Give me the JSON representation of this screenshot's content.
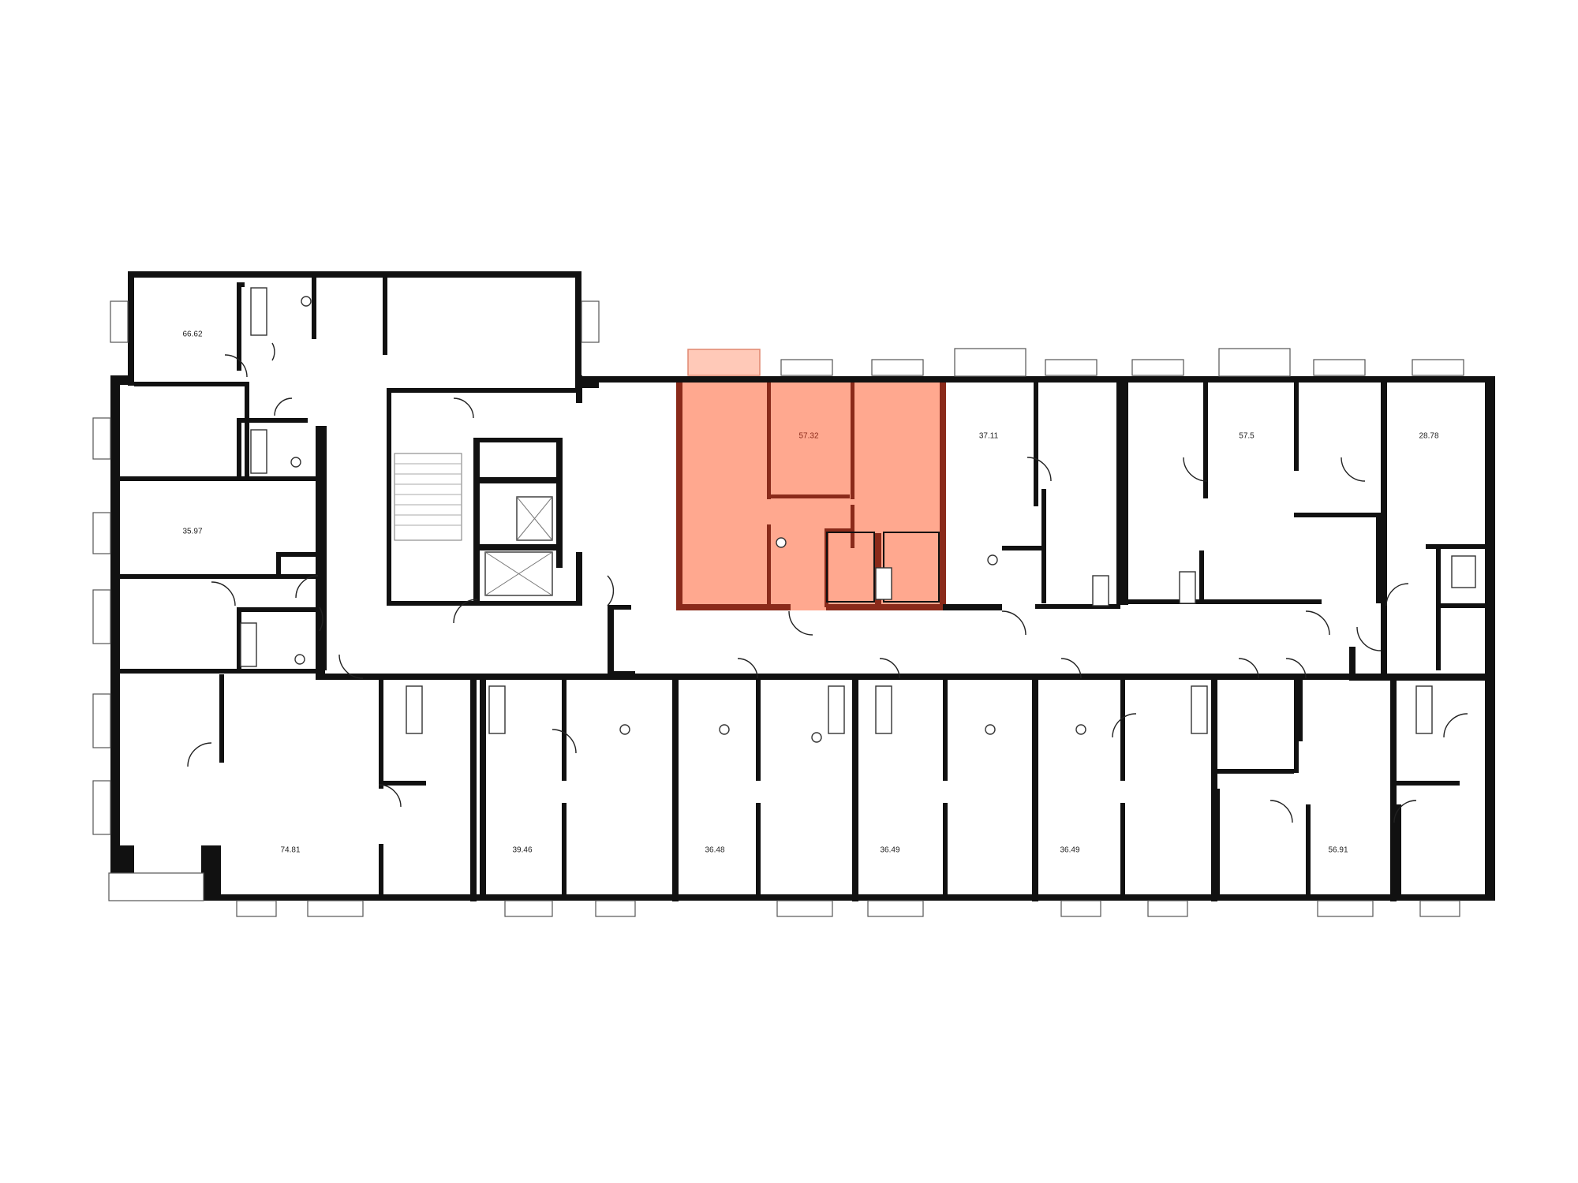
{
  "plan": {
    "highlight_color": "#FFA88F",
    "highlight_wall_color": "#8A2A1A",
    "wall_color": "#111111",
    "background": "#FFFFFF",
    "selected_apartment": "57.32",
    "apartments": [
      {
        "id": "apt-1",
        "area": "66.62"
      },
      {
        "id": "apt-2",
        "area": "35.97"
      },
      {
        "id": "apt-3",
        "area": "74.81"
      },
      {
        "id": "apt-4",
        "area": "39.46"
      },
      {
        "id": "apt-5",
        "area": "36.48"
      },
      {
        "id": "apt-6",
        "area": "36.49"
      },
      {
        "id": "apt-7",
        "area": "36.49"
      },
      {
        "id": "apt-8",
        "area": "56.91"
      },
      {
        "id": "apt-9",
        "area": "57.32",
        "selected": true
      },
      {
        "id": "apt-10",
        "area": "37.11"
      },
      {
        "id": "apt-11",
        "area": "57.5"
      },
      {
        "id": "apt-12",
        "area": "28.78"
      }
    ]
  }
}
